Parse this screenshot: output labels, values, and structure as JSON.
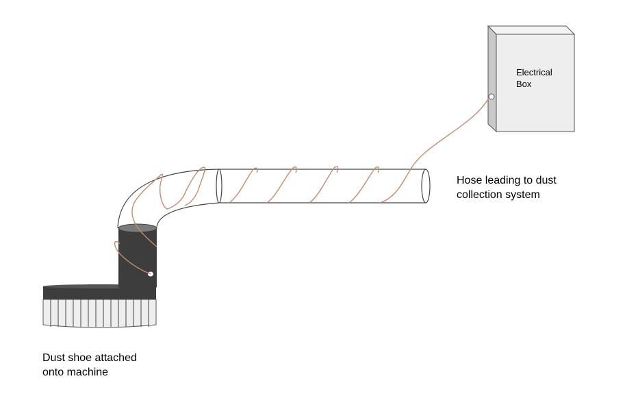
{
  "labels": {
    "electrical_box": [
      "Electrical",
      "Box"
    ],
    "hose": [
      "Hose leading to dust",
      "collection system"
    ],
    "dust_shoe": [
      "Dust shoe attached",
      "onto machine"
    ]
  },
  "colors": {
    "wire": "#c58a72",
    "dark": "#3d3d3d",
    "box": "#eeeeee",
    "box_side": "#c8c8c8"
  }
}
